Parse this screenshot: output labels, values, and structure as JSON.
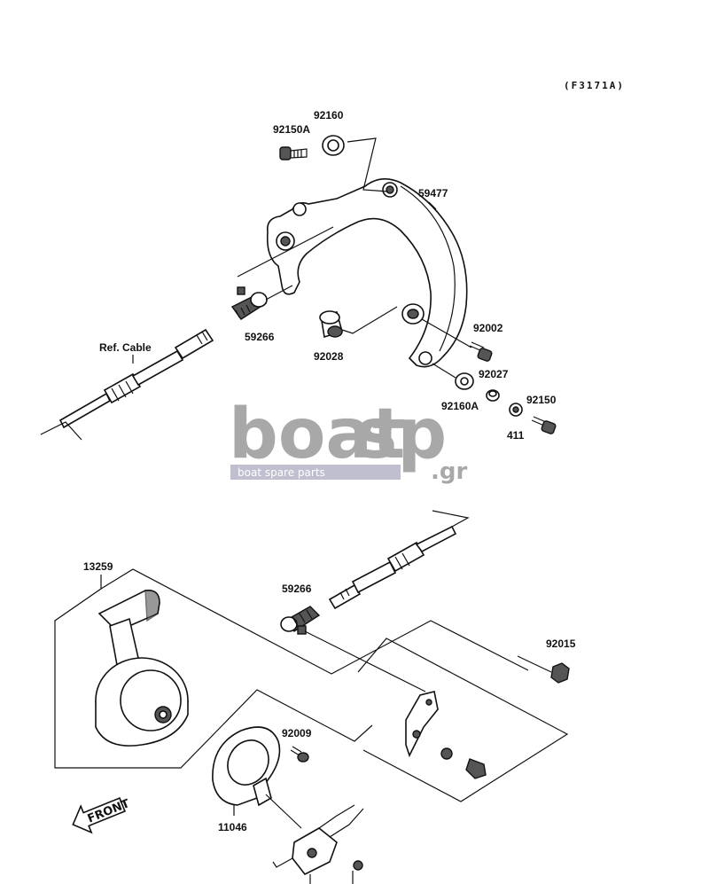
{
  "diagram_code": "(F3171A)",
  "watermark": {
    "brand_left": "boat",
    "brand_right": "sp",
    "tld": ".gr",
    "tagline": "boat spare parts"
  },
  "front_label": "FRONT",
  "callouts": {
    "p92150A": "92150A",
    "p92160": "92160",
    "p59477": "59477",
    "p59266_top": "59266",
    "ref_cable": "Ref. Cable",
    "p92028": "92028",
    "p92002": "92002",
    "p92027": "92027",
    "p92160A": "92160A",
    "p92150": "92150",
    "p411": "411",
    "p13259": "13259",
    "p59266_bottom": "59266",
    "p92015": "92015",
    "p92009": "92009",
    "p11046": "11046"
  }
}
